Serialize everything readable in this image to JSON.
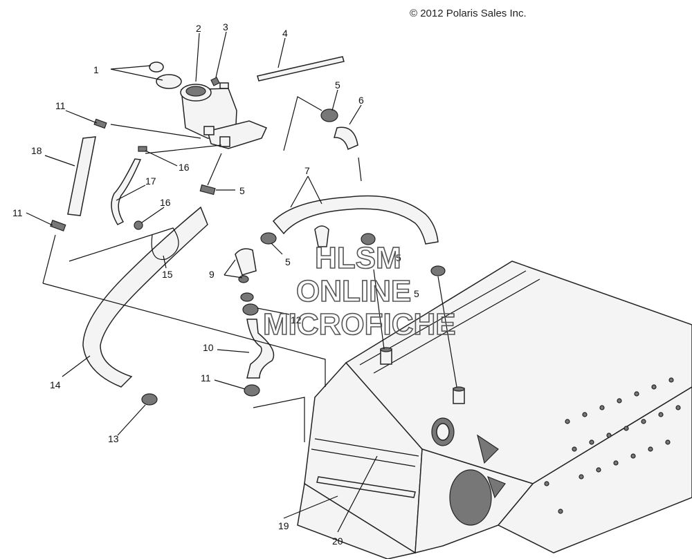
{
  "copyright": "© 2012 Polaris Sales Inc.",
  "watermark": {
    "line1": "HLSM",
    "line2": "ONLINE",
    "line3": "MICROFICHE"
  },
  "callouts": [
    "1",
    "2",
    "3",
    "4",
    "5",
    "6",
    "11",
    "18",
    "16",
    "17",
    "16",
    "7",
    "5",
    "11",
    "15",
    "5",
    "5",
    "9",
    "5",
    "12",
    "10",
    "14",
    "11",
    "13",
    "19",
    "20"
  ]
}
